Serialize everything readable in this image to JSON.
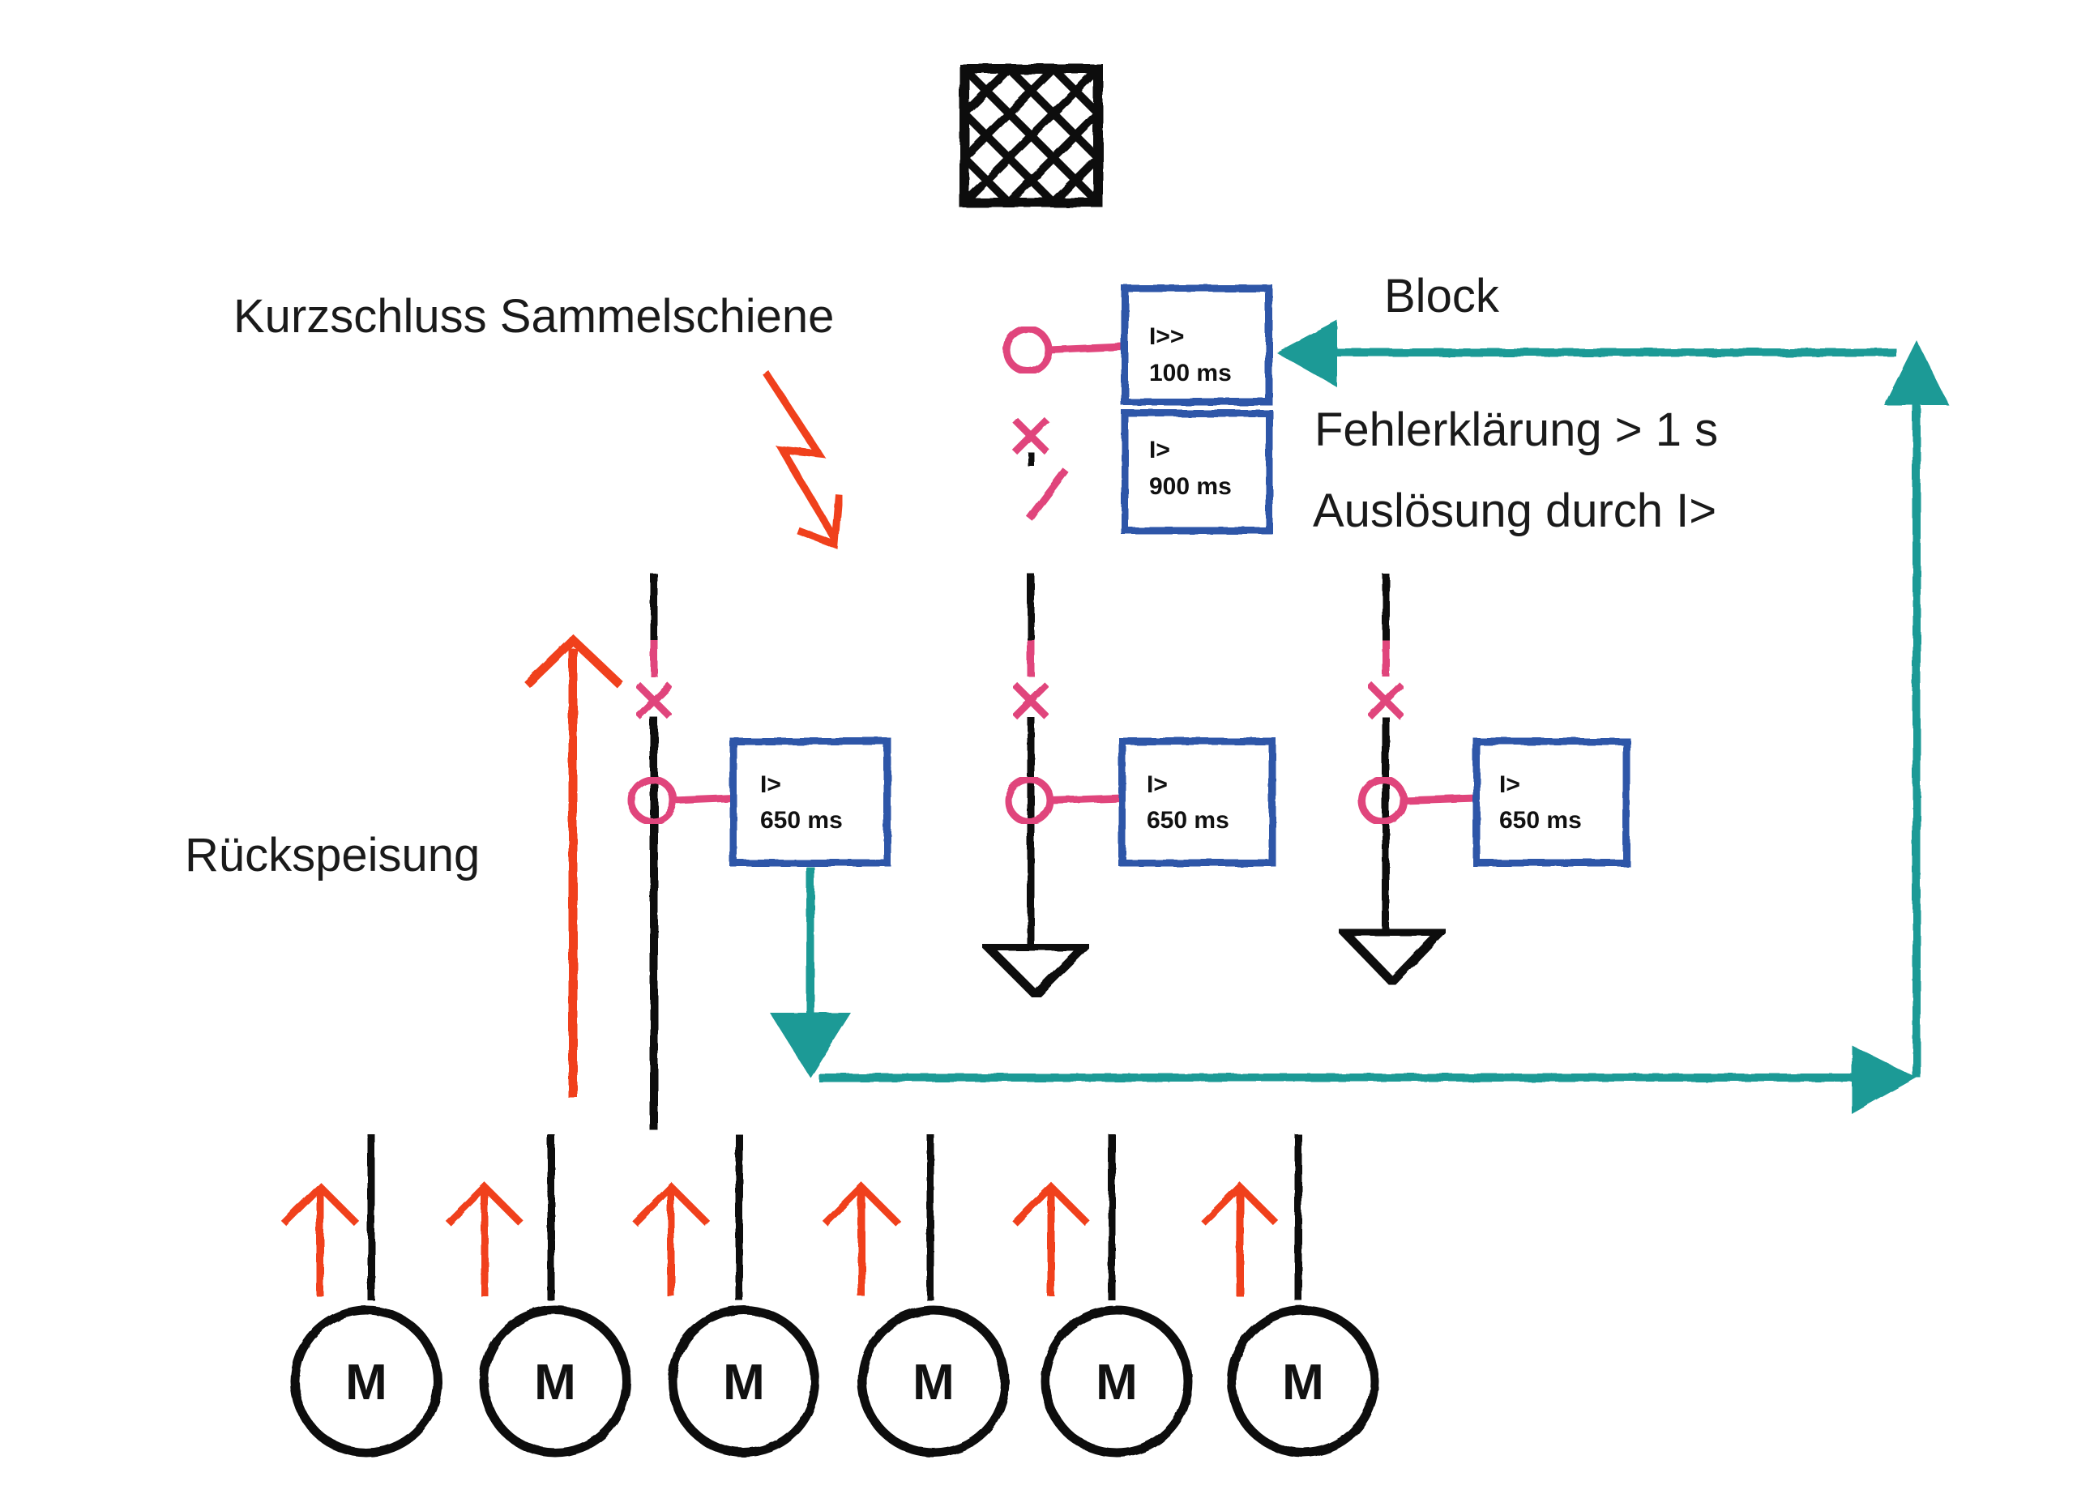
{
  "labels": {
    "short_circuit": "Kurzschluss Sammelschiene",
    "block": "Block",
    "clearing": "Fehlerklärung > 1 s",
    "trip": "Auslösung durch I>",
    "backfeed": "Rückspeisung"
  },
  "incoming_relay": {
    "upper": {
      "function": "I>>",
      "delay": "100 ms"
    },
    "lower": {
      "function": "I>",
      "delay": "900 ms"
    }
  },
  "feeder_relays": [
    {
      "function": "I>",
      "delay": "650 ms"
    },
    {
      "function": "I>",
      "delay": "650 ms"
    },
    {
      "function": "I>",
      "delay": "650 ms"
    }
  ],
  "motors": [
    "M",
    "M",
    "M",
    "M",
    "M",
    "M"
  ],
  "colors": {
    "line": "#111111",
    "relay_box": "#2f56a8",
    "current_transformer": "#e0457b",
    "fault": "#f0401f",
    "signal": "#1f9a96"
  }
}
